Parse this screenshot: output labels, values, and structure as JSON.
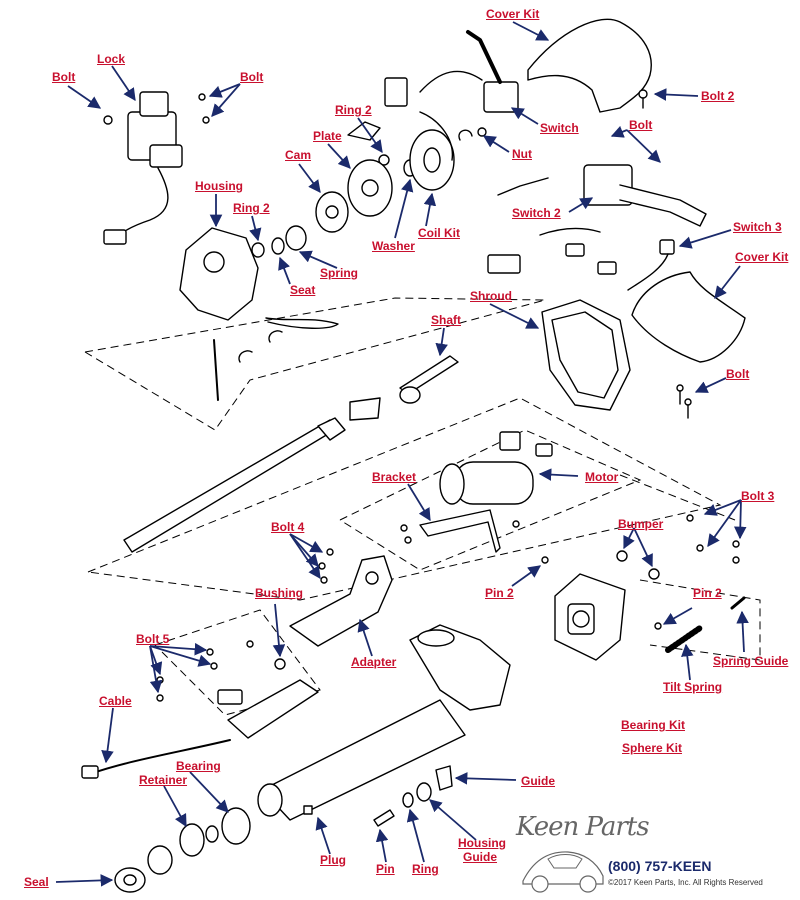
{
  "labels": {
    "bolt_tl": "Bolt",
    "lock": "Lock",
    "bolt_tl2": "Bolt",
    "cover_kit_top": "Cover Kit",
    "bolt2_top": "Bolt 2",
    "ring2_top": "Ring 2",
    "plate": "Plate",
    "switch": "Switch",
    "bolt_mid": "Bolt",
    "nut": "Nut",
    "cam": "Cam",
    "housing": "Housing",
    "ring2_mid": "Ring 2",
    "switch2": "Switch 2",
    "switch3": "Switch 3",
    "washer": "Washer",
    "coil_kit": "Coil Kit",
    "cover_kit_right": "Cover Kit",
    "spring": "Spring",
    "seat": "Seat",
    "shroud": "Shroud",
    "shaft": "Shaft",
    "bolt_right": "Bolt",
    "bracket": "Bracket",
    "motor": "Motor",
    "bolt3": "Bolt 3",
    "bolt4": "Bolt 4",
    "bumper": "Bumper",
    "pin2_left": "Pin 2",
    "pin2_right": "Pin 2",
    "bushing": "Bushing",
    "spring_guide": "Spring Guide",
    "adapter": "Adapter",
    "bolt5": "Bolt 5",
    "tilt_spring": "Tilt Spring",
    "cable": "Cable",
    "bearing_kit": "Bearing Kit",
    "sphere_kit": "Sphere Kit",
    "bearing": "Bearing",
    "retainer": "Retainer",
    "guide": "Guide",
    "plug": "Plug",
    "pin": "Pin",
    "ring": "Ring",
    "housing_guide_1": "Housing",
    "housing_guide_2": "Guide",
    "seal": "Seal"
  },
  "footer": {
    "logo": "Keen Parts",
    "phone": "(800) 757-KEEN",
    "copyright": "©2017 Keen Parts, Inc. All Rights Reserved"
  },
  "colors": {
    "label": "#c8102e",
    "arrow": "#1b2a6b",
    "line": "#000000"
  }
}
